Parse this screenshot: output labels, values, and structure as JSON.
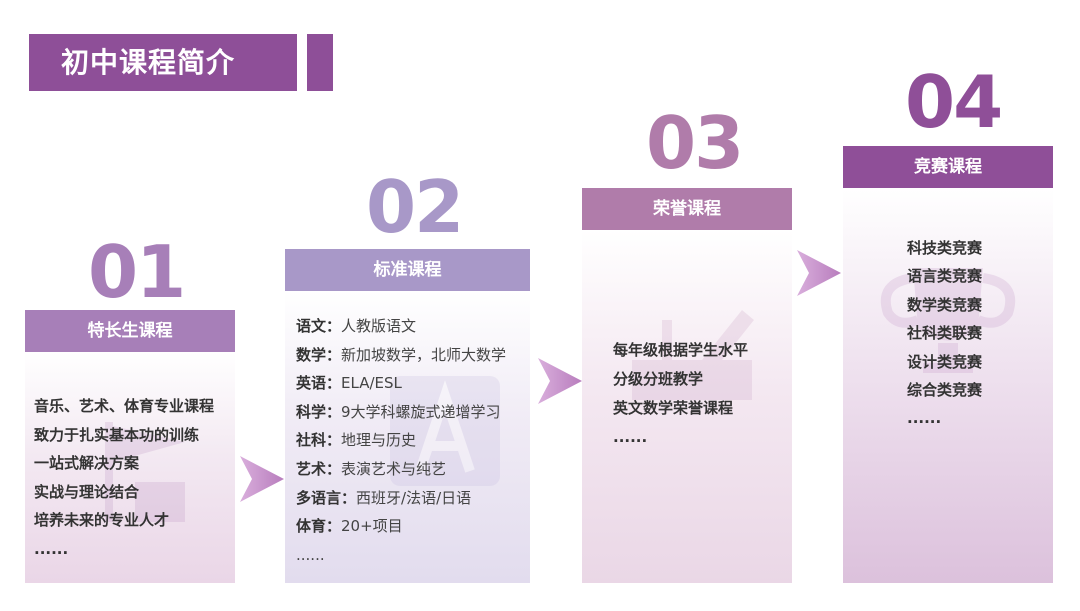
{
  "title": "初中课程简介",
  "colors": {
    "title_bar": "#8e4f98",
    "step1": "#a77fb8",
    "step2": "#a898c8",
    "step3": "#b07caa",
    "step4": "#8f4f98",
    "arrow": "#c490c8"
  },
  "steps": [
    {
      "number": "01",
      "header": "特长生课程",
      "items": [
        "音乐、艺术、体育专业课程",
        "致力于扎实基本功的训练",
        "一站式解决方案",
        "实战与理论结合",
        "培养未来的专业人才",
        "......"
      ]
    },
    {
      "number": "02",
      "header": "标准课程",
      "items": [
        {
          "label": "语文：",
          "value": "人教版语文"
        },
        {
          "label": "数学：",
          "value": "新加坡数学，北师大数学"
        },
        {
          "label": "英语：",
          "value": "ELA/ESL"
        },
        {
          "label": "科学：",
          "value": "9大学科螺旋式递增学习"
        },
        {
          "label": "社科：",
          "value": "地理与历史"
        },
        {
          "label": "艺术：",
          "value": "表演艺术与纯艺"
        },
        {
          "label": "多语言：",
          "value": "西班牙/法语/日语"
        },
        {
          "label": "体育：",
          "value": "20+项目"
        },
        {
          "label": "",
          "value": "......"
        }
      ]
    },
    {
      "number": "03",
      "header": "荣誉课程",
      "items": [
        "每年级根据学生水平",
        "分级分班教学",
        "英文数学荣誉课程",
        "......"
      ]
    },
    {
      "number": "04",
      "header": "竞赛课程",
      "items": [
        "科技类竞赛",
        "语言类竞赛",
        "数学类竞赛",
        "社科类联赛",
        "设计类竞赛",
        "综合类竞赛",
        "......"
      ]
    }
  ]
}
